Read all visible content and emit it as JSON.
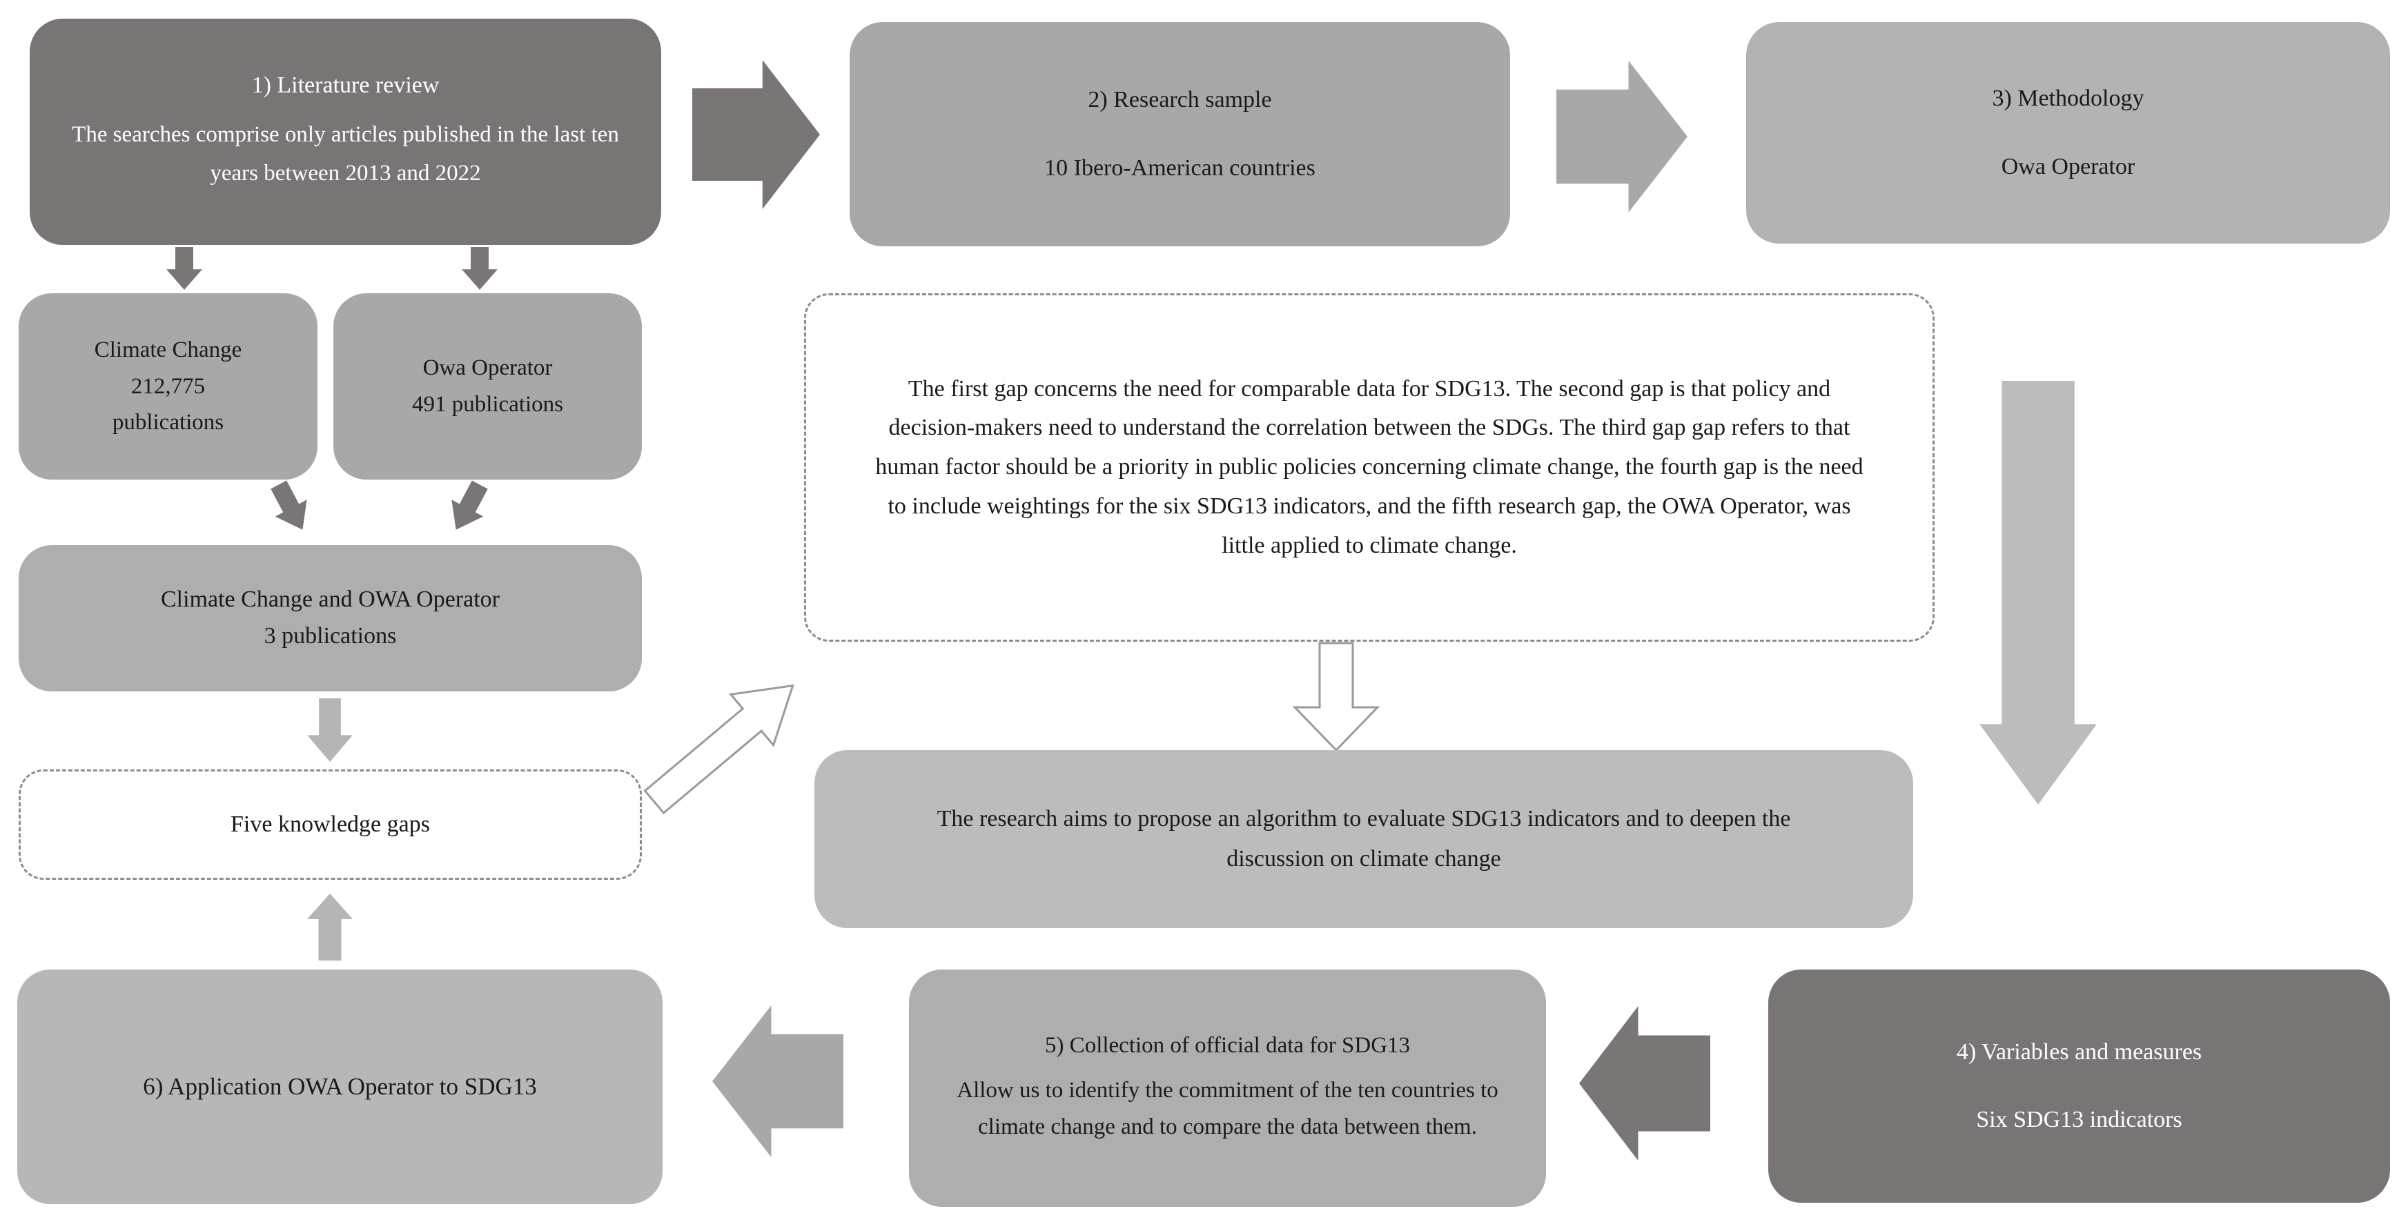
{
  "diagram": {
    "boxes": {
      "literature": {
        "title": "1) Literature review",
        "body": "The searches comprise only articles published in the last ten years between 2013 and 2022"
      },
      "research_sample": {
        "title": "2) Research sample",
        "body": "10 Ibero-American countries"
      },
      "methodology": {
        "title": "3) Methodology",
        "body": "Owa Operator"
      },
      "climate_pubs": {
        "line1": "Climate Change",
        "line2": "212,775",
        "line3": "publications"
      },
      "owa_pubs": {
        "line1": "Owa Operator",
        "line2": "491 publications"
      },
      "cc_owa_pubs": {
        "line1": "Climate Change and OWA Operator",
        "line2": "3 publications"
      },
      "knowledge_gaps": {
        "label": "Five knowledge gaps"
      },
      "gaps_detail": {
        "text": "The first gap concerns the need for comparable data for SDG13. The second gap is that policy and decision-makers need to understand the correlation between the SDGs. The third gap gap refers to that human factor should be a priority in public policies concerning climate change, the fourth gap is the need to include weightings for the six SDG13 indicators, and the fifth research gap, the OWA Operator, was little applied to climate change."
      },
      "research_aim": {
        "text": "The research aims to propose an algorithm to evaluate SDG13 indicators and to deepen the discussion on climate change"
      },
      "variables": {
        "title": "4) Variables and measures",
        "body": "Six SDG13 indicators"
      },
      "data_collection": {
        "title": "5) Collection of official data for SDG13",
        "body": "Allow us to identify the commitment of the ten countries to climate change and to compare the data between them."
      },
      "application": {
        "label": "6) Application OWA Operator to SDG13"
      }
    },
    "palette": {
      "dark_box": "#7a7575",
      "dark_arrow": "#7b7676",
      "medium_box": "#a8a8a8",
      "medium_light_box": "#aeaeae",
      "light_box": "#b3b3b3",
      "lighter_box": "#b7b7b7",
      "lightest_box": "#bcbcbc",
      "light_arrow": "#b5b5b5",
      "dashed_border": "#8c8c8c",
      "hollow_arrow_stroke": "#9a9a9a",
      "text_dark": "#1a1a1a",
      "text_light": "#ffffff",
      "background": "#ffffff"
    }
  }
}
